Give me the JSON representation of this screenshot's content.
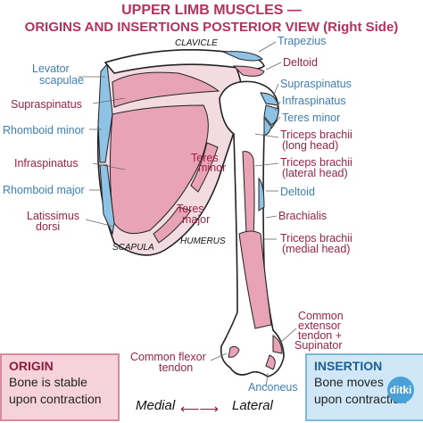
{
  "title": {
    "line1": "UPPER LIMB MUSCLES —",
    "line2": "ORIGINS AND INSERTIONS POSTERIOR VIEW (Right Side)"
  },
  "bones": {
    "clavicle": "CLAVICLE",
    "scapula": "SCAPULA",
    "humerus": "HUMERUS"
  },
  "left_labels": {
    "levator_1": "Levator",
    "levator_2": "scapulae",
    "supraspinatus": "Supraspinatus",
    "rhomboid_minor": "Rhomboid minor",
    "infraspinatus": "Infraspinatus",
    "rhomboid_major": "Rhomboid major",
    "latissimus_1": "Latissimus",
    "latissimus_2": "dorsi"
  },
  "inner_labels": {
    "teres_minor_1": "Teres",
    "teres_minor_2": "minor",
    "teres_major_1": "Teres",
    "teres_major_2": "major"
  },
  "right_labels": {
    "trapezius": "Trapezius",
    "deltoid": "Deltoid",
    "supraspinatus": "Supraspinatus",
    "infraspinatus": "Infraspinatus",
    "teres_minor": "Teres minor",
    "triceps_long_1": "Triceps brachii",
    "triceps_long_2": "(long head)",
    "triceps_lat_1": "Triceps brachii",
    "triceps_lat_2": "(lateral head)",
    "deltoid_2": "Deltoid",
    "brachialis": "Brachialis",
    "triceps_med_1": "Triceps brachii",
    "triceps_med_2": "(medial head)",
    "common_ext_1": "Common",
    "common_ext_2": "extensor",
    "common_ext_3": "tendon +",
    "common_ext_4": "Supinator"
  },
  "bottom_labels": {
    "common_flexor_1": "Common flexor",
    "common_flexor_2": "tendon",
    "anconeus": "Anconeus"
  },
  "legend": {
    "origin_title": "ORIGIN",
    "origin_text_1": "Bone is stable",
    "origin_text_2": "upon contraction",
    "insertion_title": "INSERTION",
    "insertion_text_1": "Bone moves",
    "insertion_text_2": "upon contraction",
    "medial": "Medial",
    "lateral": "Lateral",
    "arrow": "⟵⟶"
  },
  "logo_text": "ditki",
  "colors": {
    "title": "#b5315f",
    "origin": "#e8a4b6",
    "insertion": "#8fc3e6",
    "bone": "#ffffff",
    "outline": "#222222"
  }
}
